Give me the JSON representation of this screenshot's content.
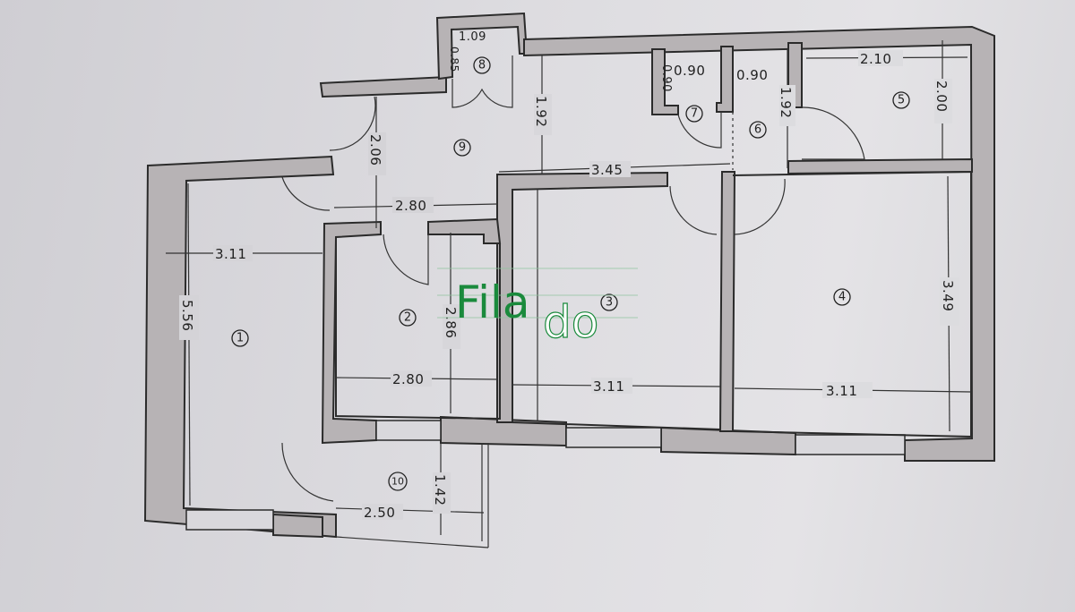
{
  "plan": {
    "rooms": [
      "1",
      "2",
      "3",
      "4",
      "5",
      "6",
      "7",
      "8",
      "9",
      "10"
    ],
    "dimensions": {
      "room1_width": "3.11",
      "room1_length": "5.56",
      "room2_width": "2.80",
      "room2_length": "2.86",
      "room3_width": "3.11",
      "room4_width": "3.11",
      "room4_length": "3.49",
      "room5_width": "2.10",
      "room5_length": "2.00",
      "room6_width": "0.90",
      "room6_length": "1.92",
      "room7_width": "0.90",
      "room7_length": "0.90",
      "room8_width": "1.09",
      "room8_length": "0.85",
      "hall_width": "2.80",
      "hall_length": "2.06",
      "hall_depth": "1.92",
      "hall_span": "3.45",
      "balcony_width": "2.50",
      "balcony_length": "1.42"
    }
  },
  "watermark": {
    "text_left": "Fila",
    "text_right": "do",
    "color": "#1a8a3c"
  },
  "colors": {
    "wall": "#b7b3b5",
    "line": "#2b2b2b"
  }
}
